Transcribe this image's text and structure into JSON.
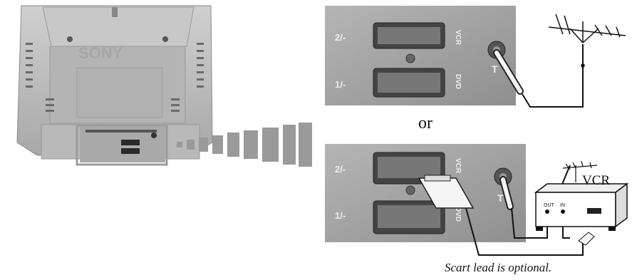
{
  "tv_back": {
    "brand": "SONY"
  },
  "panel_top": {
    "input_2_label": "2/-",
    "input_2_scart": "VCR",
    "input_1_label": "1/-",
    "input_1_scart": "DVD"
  },
  "panel_bottom": {
    "input_2_label": "2/-",
    "input_2_scart": "VCR",
    "input_1_label": "1/-",
    "input_1_scart": "DVD"
  },
  "separator_text": "or",
  "vcr": {
    "label": "VCR",
    "out_label": "OUT",
    "in_label": "IN"
  },
  "caption": "Scart lead is optional.",
  "colors": {
    "tv_body": "#bdbdbd",
    "panel": "#a3a3a3",
    "zoom_bars": "#9a9a9a",
    "cable": "#111111"
  }
}
